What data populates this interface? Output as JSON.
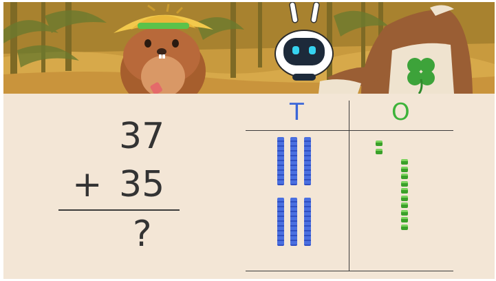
{
  "problem": {
    "addend1": "37",
    "operator": "+",
    "addend2": "35",
    "answer": "?"
  },
  "place_value_chart": {
    "tens_header": "T",
    "ones_header": "O",
    "tens_rods": 6,
    "ones_cubes": 12
  },
  "colors": {
    "board_background": "#f3e6d6",
    "tens_header": "#3a66d8",
    "ones_header": "#3db33a",
    "tens_rod": "#3a5fd6",
    "ones_cube": "#49b53a",
    "ink": "#333333"
  },
  "characters": [
    {
      "name": "hamster-with-straw-hat"
    },
    {
      "name": "robot-helper"
    },
    {
      "name": "clover-sack"
    }
  ]
}
